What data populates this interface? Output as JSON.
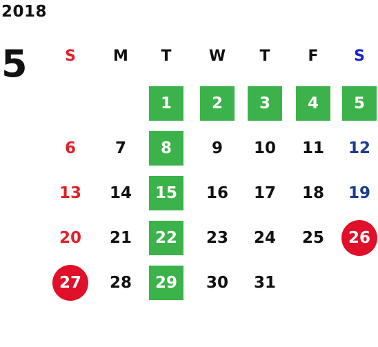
{
  "calendar": {
    "year": "2018",
    "month": "5",
    "weekdays": [
      "S",
      "M",
      "T",
      "W",
      "T",
      "F",
      "S"
    ],
    "colors": {
      "sunday": "#e3202a",
      "saturday": "#1b3d8f",
      "saturday_header": "#1a22cf",
      "holiday_bg": "#3cb34a",
      "event_bg": "#e0102a",
      "text": "#111111"
    },
    "weeks": [
      [
        null,
        null,
        {
          "d": "1",
          "holiday": true
        },
        {
          "d": "2",
          "holiday": true
        },
        {
          "d": "3",
          "holiday": true
        },
        {
          "d": "4",
          "holiday": true
        },
        {
          "d": "5",
          "holiday": true
        }
      ],
      [
        {
          "d": "6"
        },
        {
          "d": "7"
        },
        {
          "d": "8",
          "holiday": true
        },
        {
          "d": "9"
        },
        {
          "d": "10"
        },
        {
          "d": "11"
        },
        {
          "d": "12"
        }
      ],
      [
        {
          "d": "13"
        },
        {
          "d": "14"
        },
        {
          "d": "15",
          "holiday": true
        },
        {
          "d": "16"
        },
        {
          "d": "17"
        },
        {
          "d": "18"
        },
        {
          "d": "19"
        }
      ],
      [
        {
          "d": "20"
        },
        {
          "d": "21"
        },
        {
          "d": "22",
          "holiday": true
        },
        {
          "d": "23"
        },
        {
          "d": "24"
        },
        {
          "d": "25"
        },
        {
          "d": "26",
          "event": true
        }
      ],
      [
        {
          "d": "27",
          "event": true
        },
        {
          "d": "28"
        },
        {
          "d": "29",
          "holiday": true
        },
        {
          "d": "30"
        },
        {
          "d": "31"
        },
        null,
        null
      ]
    ]
  }
}
